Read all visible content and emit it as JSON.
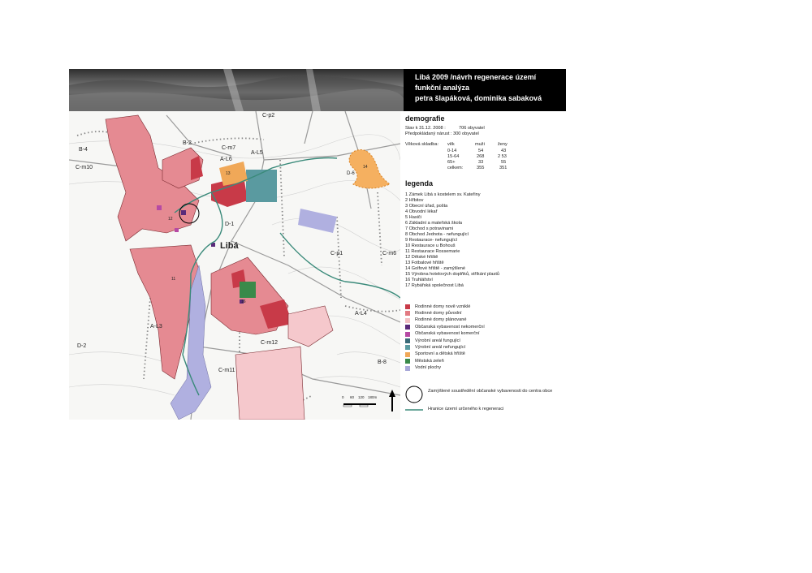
{
  "title": {
    "line1": "Libá 2009 /návrh regenerace území",
    "line2": "funkční analýza",
    "line3": "petra šlapáková, dominika sabaková"
  },
  "demografie": {
    "heading": "demografie",
    "stav": "Stav k 31.12. 2008 :",
    "stav_value": "706 obyvatel",
    "narust": "Předpokládaný nárust : 300 obyvatel",
    "vekova_label": "Věková skladba:",
    "cols": [
      "věk",
      "muži",
      "ženy"
    ],
    "rows": [
      [
        "0-14",
        "54",
        "43"
      ],
      [
        "15-64",
        "268",
        "2 53"
      ],
      [
        "65+",
        "33",
        "55"
      ],
      [
        "celkem:",
        "355",
        "351"
      ]
    ]
  },
  "legenda": {
    "heading": "legenda",
    "items": [
      "1    Zámek Libá s kostelem sv. Kateřiny",
      "2    Hřbitov",
      "3    Obecní úřad, pošta",
      "4    Obvodní lékař",
      "5    Hasiči",
      "6    Základní a mateřská škola",
      "7    Obchod s potravinami",
      "8    Obchod Jednota - nefungující",
      "9    Restaurace- nefungující",
      "10   Restaurace u Bohouš",
      "11   Restaurace Rossemarie",
      "12   Dětské hřiště",
      "13   Fotbalové hřiště",
      "14   Golfové hřiště - zamýšlené",
      "15   Výrobna hotelových doplňků, stříkání plastů",
      "16   Truhlářství",
      "17   Rybářská společnost Libá"
    ],
    "colors": [
      {
        "label": "Rodinné domy nově vzniklé",
        "color": "#c83a48"
      },
      {
        "label": "Rodinné domy původní",
        "color": "#e27a82"
      },
      {
        "label": "Rodinné domy plánované",
        "color": "#f2c0c4"
      },
      {
        "label": "Občanská vybavenost nekomerční",
        "color": "#5a2a7a"
      },
      {
        "label": "Občanská vybavenost komerční",
        "color": "#b64aa4"
      },
      {
        "label": "Výrobní areál fungující",
        "color": "#3a6a78"
      },
      {
        "label": "Výrobní areál nefungující",
        "color": "#5a9aa0"
      },
      {
        "label": "Sportovní a dětská hřiště",
        "color": "#f0a858"
      },
      {
        "label": "Městská zeleň",
        "color": "#3a8a4a"
      },
      {
        "label": "Vodní plochy",
        "color": "#a8a8d8"
      }
    ],
    "circle_label": "Zamýšlené soustředění občanské vybavenosti do centra obce",
    "line_label": "Hranice území určeného k regeneraci"
  },
  "map_labels": {
    "B4": "B-4",
    "Cm10": "C-m10",
    "B2": "B-2",
    "Cm7": "C-m7",
    "AL6": "A-L6",
    "AL5": "A-L5",
    "Cp2": "C-p2",
    "D1": "D-1",
    "Liba": "Libá",
    "Cp1": "C-p1",
    "Cm6": "C-m6",
    "AL4": "A-L4",
    "AL3": "A-L3",
    "D2": "D-2",
    "Cm12": "C-m12",
    "Cm11": "C-m11",
    "B8": "B-8",
    "D6": "D-6",
    "n13": "13",
    "n14": "14",
    "n11": "11",
    "n12": "12",
    "n16": "16"
  },
  "scale": {
    "labels": [
      "0",
      "60",
      "120",
      "180m"
    ]
  }
}
